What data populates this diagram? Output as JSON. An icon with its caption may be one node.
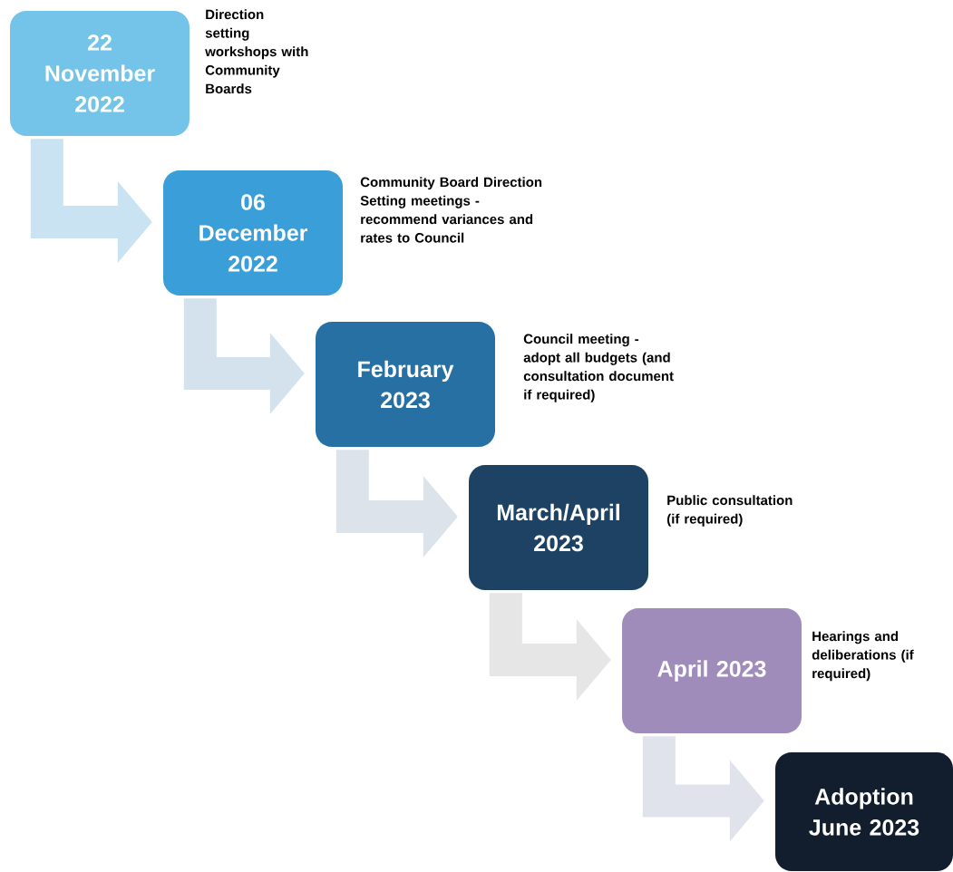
{
  "diagram": {
    "nodes": [
      {
        "text": [
          "22 November 2022"
        ],
        "beside": [
          "Direction setting workshops with Community Boards"
        ]
      },
      {
        "text": [
          "06 December 2022"
        ],
        "beside": [
          "Community Board Direction Setting meetings - recommend variances and rates to Council"
        ]
      },
      {
        "text": [
          "February 2023"
        ],
        "beside": [
          "Council meeting - adopt all budgets (and consultation document if required)"
        ]
      },
      {
        "text": [
          "March/April 2023"
        ],
        "beside": [
          "Public consultation (if required)"
        ]
      },
      {
        "text": [
          "April 2023"
        ],
        "beside": [
          "Hearings and deliberations (if required)"
        ]
      },
      {
        "text": [
          "Adoption June 2023"
        ]
      }
    ],
    "edges": [
      {
        "from": 0,
        "to": 1,
        "arrow": "to",
        "color": "#c9e3f3"
      },
      {
        "from": 1,
        "to": 2,
        "arrow": "to",
        "color": "#d4e2ee"
      },
      {
        "from": 2,
        "to": 3,
        "arrow": "to",
        "color": "#dde3ea"
      },
      {
        "from": 3,
        "to": 4,
        "arrow": "to",
        "color": "#e6e6e6"
      },
      {
        "from": 4,
        "to": 5,
        "arrow": "to",
        "color": "#e0e3eb"
      }
    ]
  }
}
